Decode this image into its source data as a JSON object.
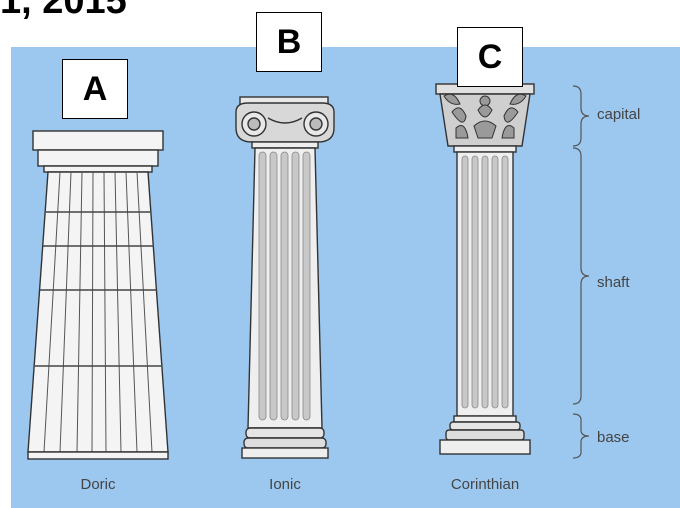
{
  "heading_fragment": "1, 2015",
  "columns": [
    {
      "letter": "A",
      "name": "Doric"
    },
    {
      "letter": "B",
      "name": "Ionic"
    },
    {
      "letter": "C",
      "name": "Corinthian"
    }
  ],
  "parts": {
    "capital": "capital",
    "shaft": "shaft",
    "base": "base"
  },
  "colors": {
    "background": "#9cc8f0",
    "column_fill": "#f4f4f4",
    "outline": "#333333",
    "flute_fill": "#c8c8c8"
  }
}
